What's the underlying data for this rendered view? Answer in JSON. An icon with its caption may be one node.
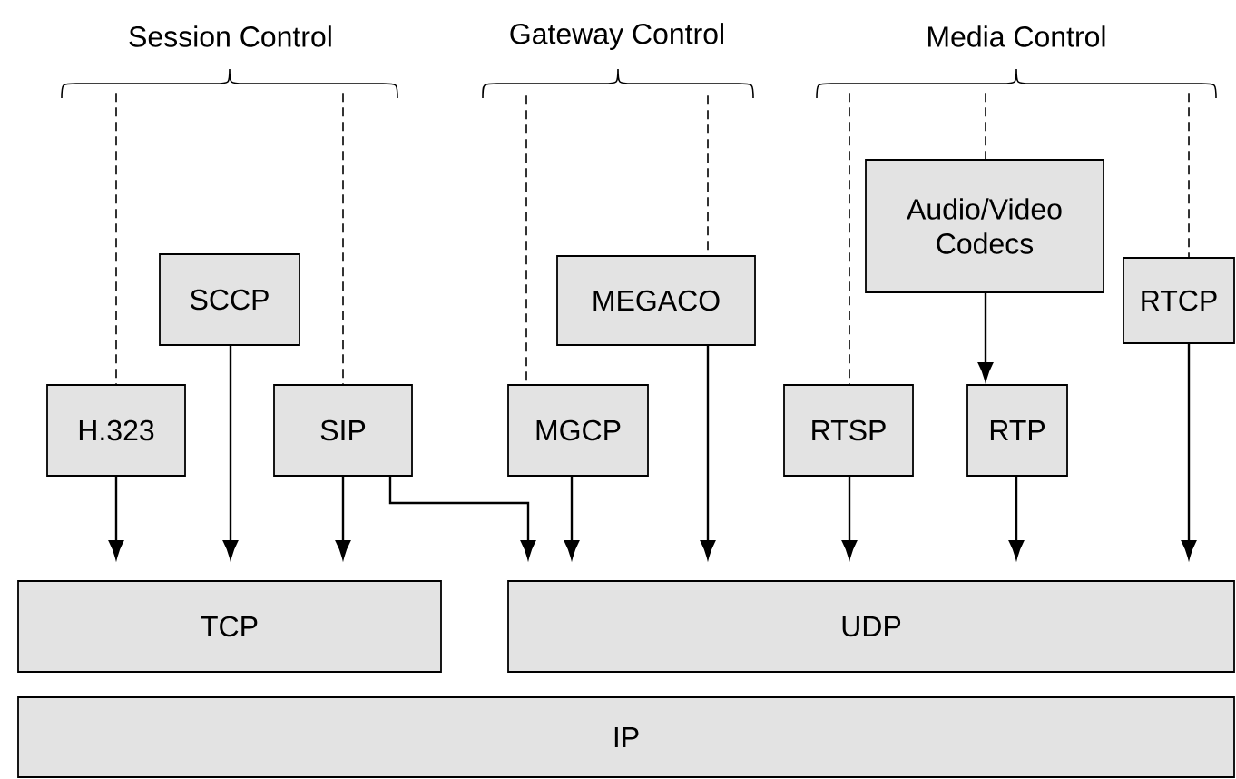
{
  "diagram": {
    "nodes": [
      {
        "text": [
          "Session Control"
        ]
      },
      {
        "text": [
          "Gateway Control"
        ]
      },
      {
        "text": [
          "Media Control"
        ]
      },
      {
        "text": [
          "SCCP"
        ]
      },
      {
        "text": [
          "MEGACO"
        ]
      },
      {
        "text": [
          "Audio/Video Codecs"
        ]
      },
      {
        "text": [
          "RTCP"
        ]
      },
      {
        "text": [
          "H.323"
        ]
      },
      {
        "text": [
          "SIP"
        ]
      },
      {
        "text": [
          "MGCP"
        ]
      },
      {
        "text": [
          "RTSP"
        ]
      },
      {
        "text": [
          "RTP"
        ]
      },
      {
        "text": [
          "TCP"
        ]
      },
      {
        "text": [
          "UDP"
        ]
      },
      {
        "text": [
          "IP"
        ]
      }
    ],
    "edges": [
      {
        "from": 0,
        "to": 7,
        "arrow": "none",
        "style": "dashed"
      },
      {
        "from": 0,
        "to": 8,
        "arrow": "none",
        "style": "dashed"
      },
      {
        "from": 1,
        "to": 9,
        "arrow": "none",
        "style": "dashed"
      },
      {
        "from": 1,
        "to": 4,
        "arrow": "none",
        "style": "dashed"
      },
      {
        "from": 2,
        "to": 10,
        "arrow": "none",
        "style": "dashed"
      },
      {
        "from": 2,
        "to": 5,
        "arrow": "none",
        "style": "dashed"
      },
      {
        "from": 2,
        "to": 6,
        "arrow": "none",
        "style": "dashed"
      },
      {
        "from": 7,
        "to": 12,
        "arrow": "to"
      },
      {
        "from": 3,
        "to": 12,
        "arrow": "to"
      },
      {
        "from": 8,
        "to": 12,
        "arrow": "to"
      },
      {
        "from": 8,
        "to": 13,
        "arrow": "to"
      },
      {
        "from": 9,
        "to": 13,
        "arrow": "to"
      },
      {
        "from": 4,
        "to": 13,
        "arrow": "to"
      },
      {
        "from": 10,
        "to": 13,
        "arrow": "to"
      },
      {
        "from": 5,
        "to": 11,
        "arrow": "to"
      },
      {
        "from": 11,
        "to": 13,
        "arrow": "to"
      },
      {
        "from": 6,
        "to": 13,
        "arrow": "to"
      }
    ]
  }
}
